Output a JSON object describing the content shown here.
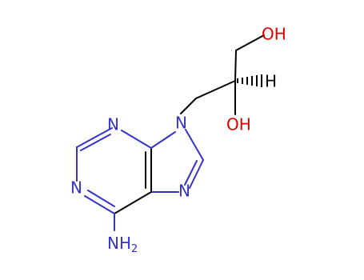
{
  "molecule": {
    "atoms": {
      "n1": "N",
      "n3": "N",
      "n7": "N",
      "n9": "N",
      "amino_n": "N",
      "amino_h": "H",
      "amino_h_count": "2",
      "oh_top": "OH",
      "oh_mid": "OH",
      "stereo_h": "H"
    },
    "colors": {
      "nitrogen": "#3333cc",
      "oxygen": "#dd0000",
      "bond": "#000000"
    }
  }
}
